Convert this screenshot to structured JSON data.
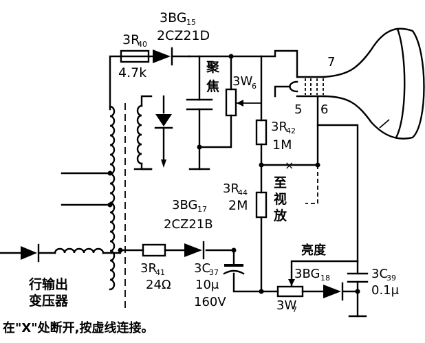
{
  "labels": {
    "d15_ref": "3BG",
    "d15_sub": "15",
    "d15_type": "2CZ21D",
    "r40_ref": "3R",
    "r40_sub": "40",
    "r40_val": "4.7k",
    "focus_label_1": "聚",
    "focus_label_2": "焦",
    "w6_ref": "3W",
    "w6_sub": "6",
    "pin7": "7",
    "pin5": "5",
    "pin6": "6",
    "r42_ref": "3R",
    "r42_sub": "42",
    "r42_val": "1M",
    "x_mark": "×",
    "to_video_1": "至",
    "to_video_2": "视",
    "to_video_3": "放",
    "r44_ref": "3R",
    "r44_sub": "44",
    "d17_ref": "3BG",
    "d17_sub": "17",
    "r44_val": "2M",
    "d17_type": "2CZ21B",
    "brightness": "亮度",
    "r41_ref": "3R",
    "r41_sub": "41",
    "c37_ref": "3C",
    "c37_sub": "37",
    "d18_ref": "3BG",
    "d18_sub": "18",
    "c39_ref": "3C",
    "c39_sub": "39",
    "r41_val": "24Ω",
    "c37_cap": "10μ",
    "c39_val": "0.1μ",
    "c37_volt": "160V",
    "w7_ref": "3W",
    "w7_sub": "7",
    "transformer_1": "行输出",
    "transformer_2": "变压器",
    "caption": "在\"X\"处断开,按虚线连接。"
  }
}
